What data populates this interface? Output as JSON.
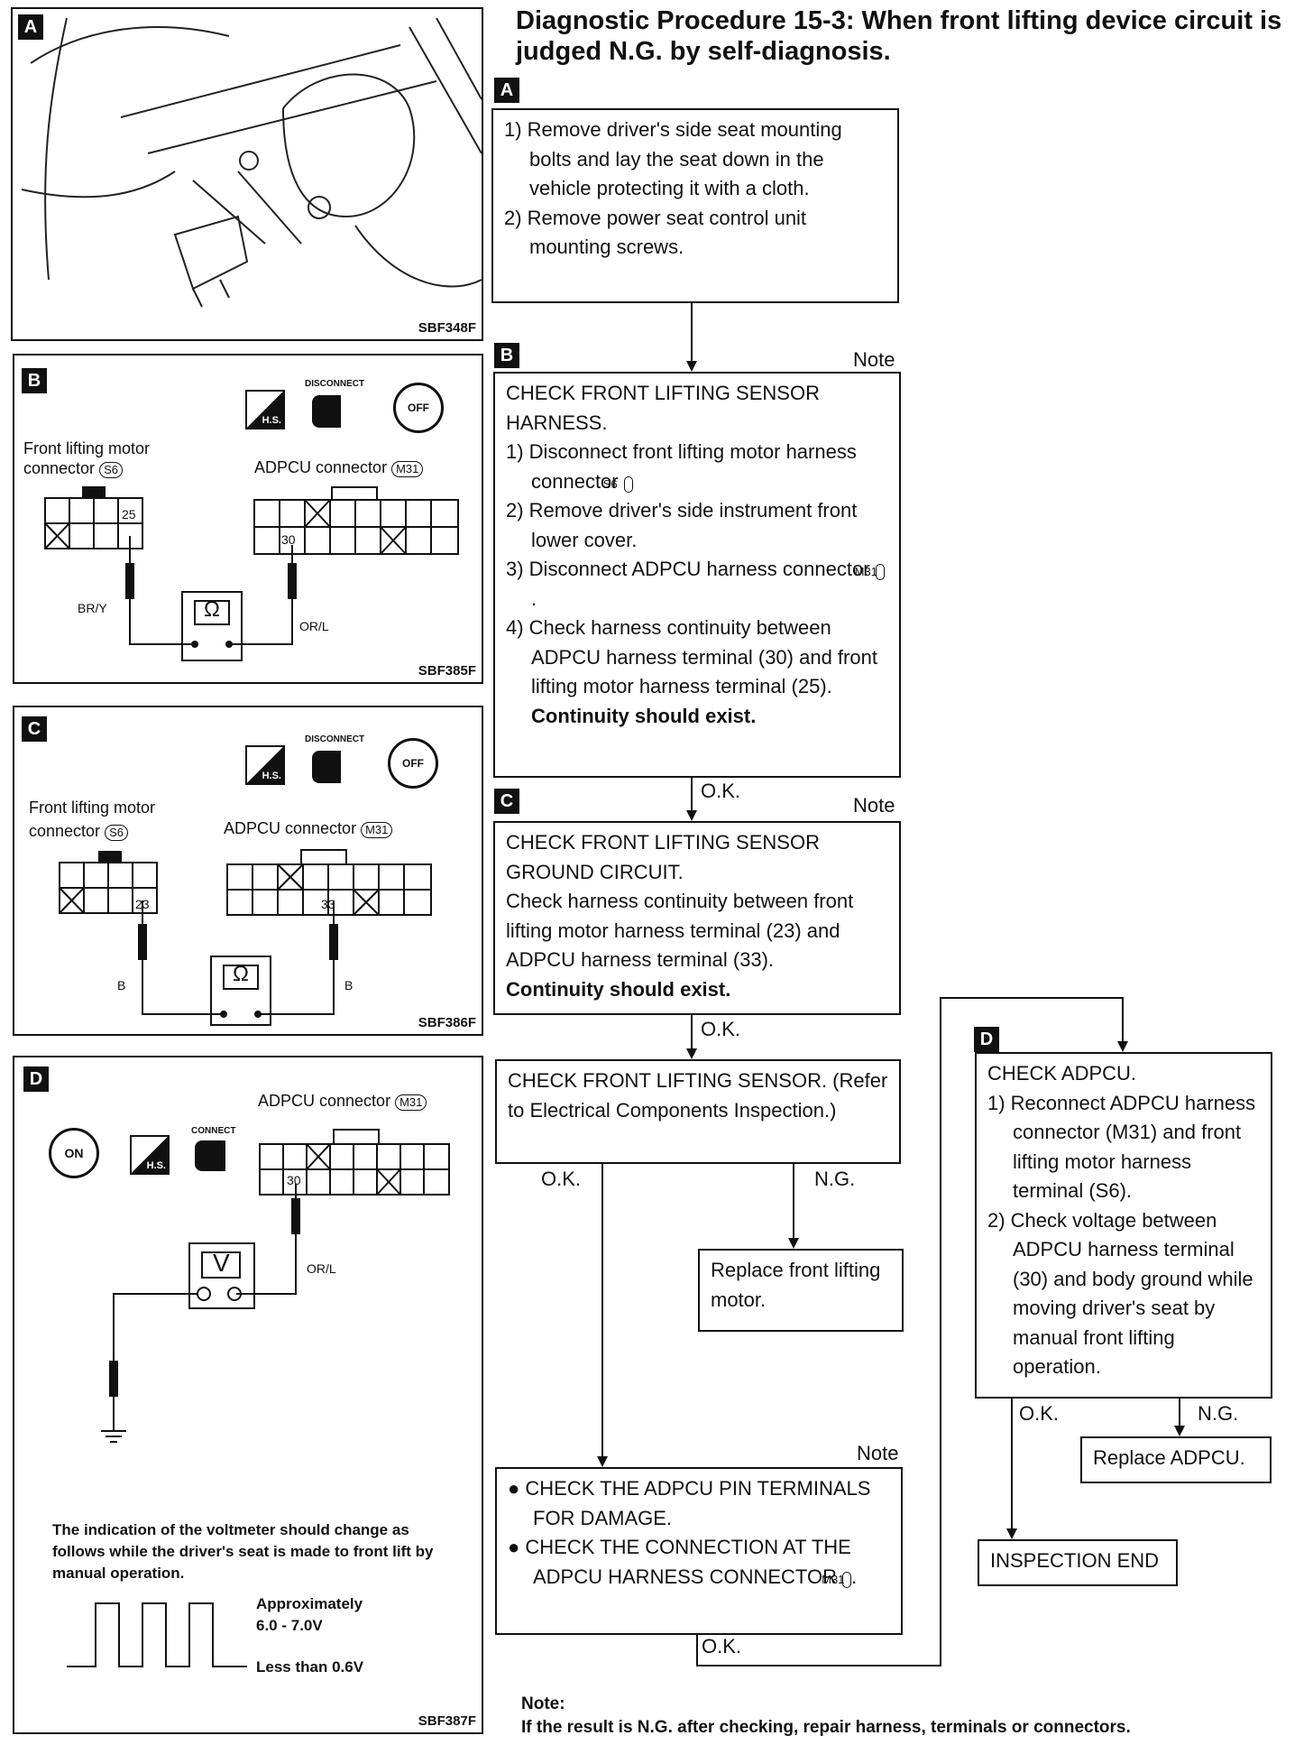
{
  "title": "Diagnostic Procedure 15-3: When front lifting device circuit is judged N.G. by self-diagnosis.",
  "letters": {
    "a": "A",
    "b": "B",
    "c": "C",
    "d": "D"
  },
  "step_a": {
    "line1": "1) Remove driver's side seat mounting bolts and lay the seat down in the vehicle protecting it with a cloth.",
    "line2": "2) Remove power seat control unit mounting screws."
  },
  "step_b": {
    "heading": "CHECK FRONT LIFTING SENSOR HARNESS.",
    "items": [
      "1) Disconnect front lifting motor harness connector",
      "2) Remove driver's side instrument front lower cover.",
      "3) Disconnect ADPCU harness connector",
      "4) Check harness continuity between ADPCU harness terminal (30) and front lifting motor harness terminal (25)."
    ],
    "conn_s6": "S6",
    "conn_m31": "M31",
    "result": "Continuity should exist."
  },
  "step_c": {
    "heading": "CHECK FRONT LIFTING SENSOR GROUND CIRCUIT.",
    "body": "Check harness continuity between front lifting motor harness terminal (23) and ADPCU harness terminal (33).",
    "result": "Continuity should exist."
  },
  "step_sensor": {
    "text": "CHECK FRONT LIFTING SENSOR. (Refer to Electrical Components Inspection.)"
  },
  "replace_motor": "Replace front lifting motor.",
  "pin_check": {
    "item1": "CHECK THE ADPCU PIN TERMINALS FOR DAMAGE.",
    "item2": "CHECK THE CONNECTION AT THE ADPCU HARNESS CONNECTOR",
    "conn": "M31"
  },
  "step_d": {
    "heading": "CHECK ADPCU.",
    "item1": "1) Reconnect ADPCU harness connector (M31) and front lifting motor harness terminal (S6).",
    "item2": "2) Check voltage between ADPCU harness terminal (30) and body ground while moving driver's seat by manual front lifting operation."
  },
  "replace_adpcu": "Replace ADPCU.",
  "inspection_end": "INSPECTION END",
  "labels": {
    "ok": "O.K.",
    "ng": "N.G.",
    "note": "Note"
  },
  "footnote": {
    "line1": "Note:",
    "line2": "If the result is N.G. after checking, repair harness, terminals or connectors."
  },
  "figures": {
    "a_code": "SBF348F",
    "b_code": "SBF385F",
    "c_code": "SBF386F",
    "d_code": "SBF387F",
    "b_motor": "Front lifting motor connector",
    "b_adpcu": "ADPCU connector",
    "b_wire_left": "BR/Y",
    "b_wire_right": "OR/L",
    "b_pin_left": "25",
    "b_pin_right": "30",
    "c_motor": "Front lifting motor connector",
    "c_adpcu": "ADPCU connector",
    "c_wire_left": "B",
    "c_wire_right": "B",
    "c_pin_left": "23",
    "c_pin_right": "33",
    "d_adpcu": "ADPCU connector",
    "d_wire": "OR/L",
    "d_pin": "30",
    "d_desc": "The indication of the voltmeter should change as follows while the driver's seat is made to front lift by manual operation.",
    "d_high": "Approximately 6.0 - 7.0V",
    "d_low": "Less than 0.6V",
    "disconnect": "DISCONNECT",
    "connect": "CONNECT",
    "off": "OFF",
    "on": "ON",
    "hs": "H.S.",
    "ohm": "Ω",
    "volt": "V"
  }
}
